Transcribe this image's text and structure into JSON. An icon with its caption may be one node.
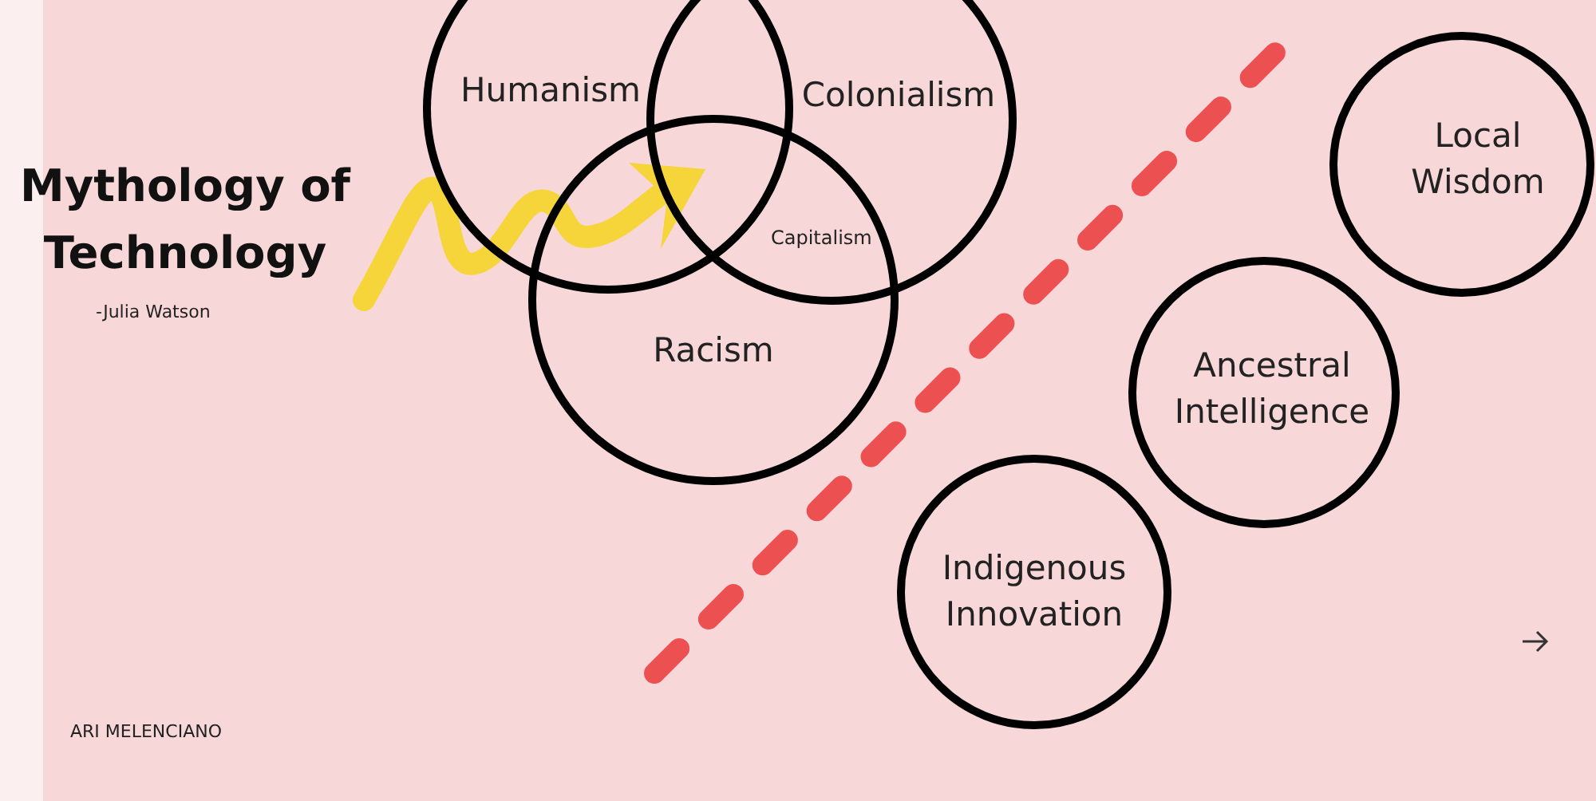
{
  "diagram": {
    "title": "Mythology of Technology",
    "nodes": [
      {
        "text": [
          "Humanism"
        ]
      },
      {
        "text": [
          "Colonialism"
        ]
      },
      {
        "text": [
          "Racism"
        ]
      },
      {
        "text": [
          "Local Wisdom"
        ]
      },
      {
        "text": [
          "Ancestral Intelligence"
        ]
      },
      {
        "text": [
          "Indigenous Innovation"
        ]
      }
    ],
    "edges": [],
    "labels": [
      "Capitalism",
      "-Julia Watson",
      "ARI MELENCIANO"
    ]
  }
}
